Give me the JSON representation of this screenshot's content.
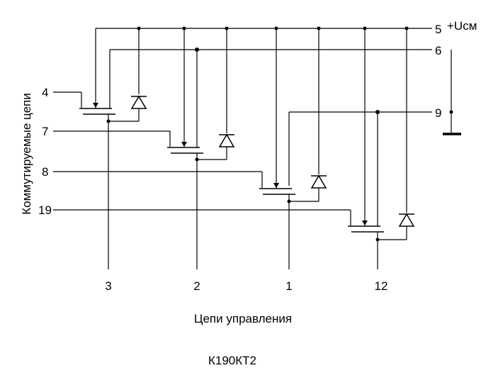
{
  "supply_label": "+Uсм",
  "right_pins": [
    "5",
    "6",
    "9"
  ],
  "left_pins": [
    "4",
    "7",
    "8",
    "19"
  ],
  "bottom_pins": [
    "3",
    "2",
    "1",
    "12"
  ],
  "vertical_label": "Коммутируемые цепи",
  "bottom_label": "Цепи управления",
  "chip_name": "К190КТ2"
}
